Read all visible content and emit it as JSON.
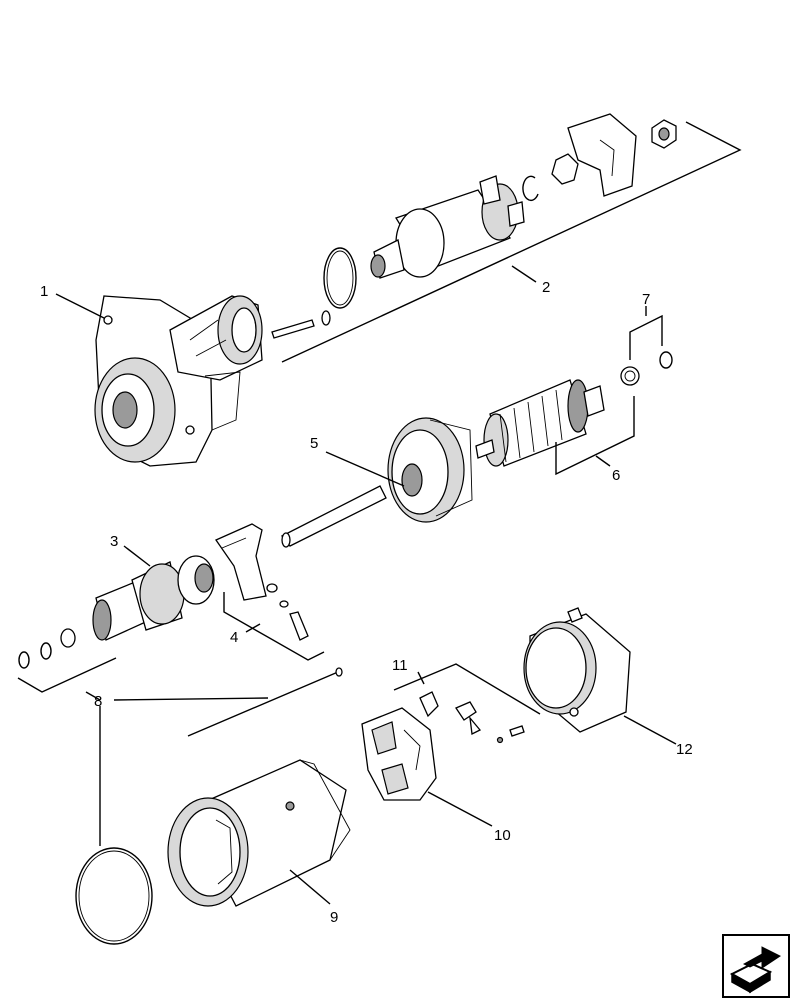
{
  "callouts": {
    "c1": "1",
    "c2": "2",
    "c3": "3",
    "c4": "4",
    "c5": "5",
    "c6": "6",
    "c7": "7",
    "c8": "8",
    "c9": "9",
    "c10": "10",
    "c11": "11",
    "c12": "12"
  },
  "icons": {
    "navigation": "next-page-arrow-icon"
  },
  "colors": {
    "line": "#000000",
    "shading": "#d9d9d9",
    "background": "#ffffff"
  }
}
